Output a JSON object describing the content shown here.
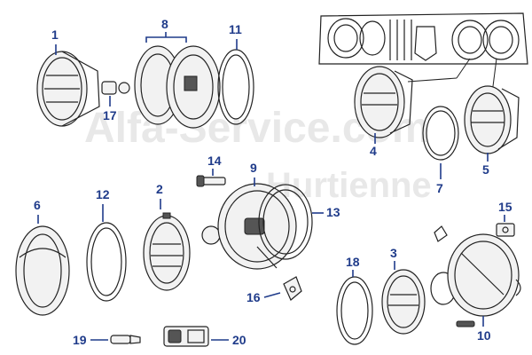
{
  "watermark": {
    "line1": "Alfa-Service.com",
    "line2": "Hurtienne"
  },
  "colors": {
    "callout": "#1f3b8a",
    "ink": "#222222",
    "watermark": "#e8e8e8"
  },
  "callouts": [
    "1",
    "2",
    "3",
    "4",
    "5",
    "6",
    "7",
    "8",
    "9",
    "10",
    "11",
    "12",
    "13",
    "14",
    "15",
    "16",
    "17",
    "18",
    "19",
    "20"
  ]
}
